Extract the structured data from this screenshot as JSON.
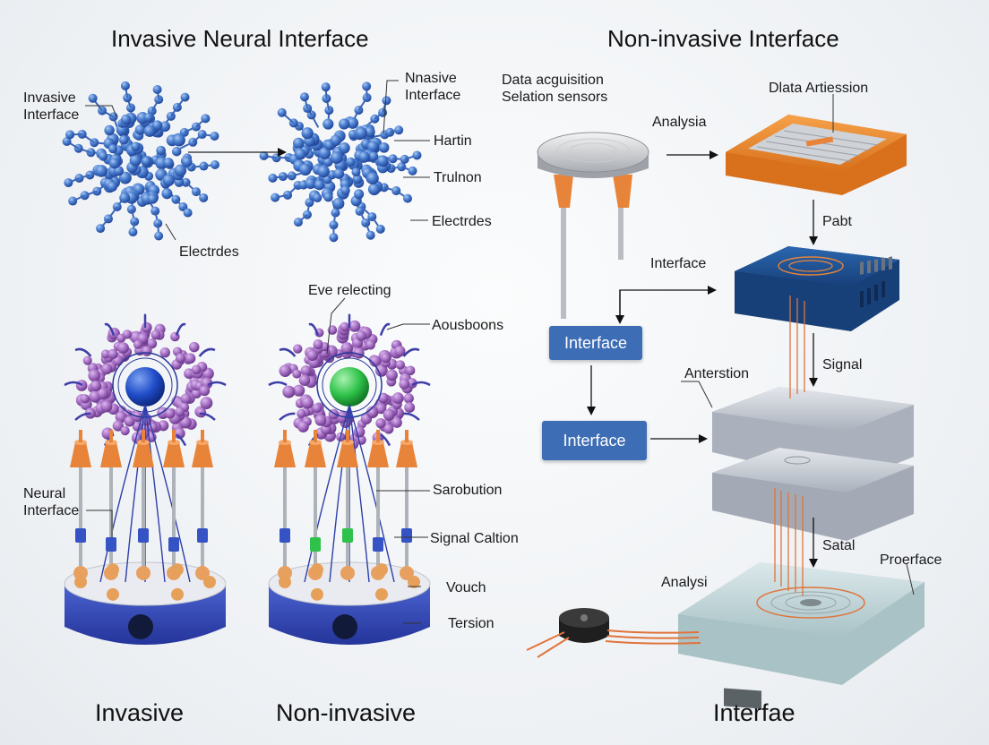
{
  "titles": {
    "invasive": "Invasive Neural Interface",
    "noninvasive": "Non-invasive Interface"
  },
  "labels": {
    "invasive_interface": "Invasive\nInterface",
    "electrodes_1": "Electrdes",
    "nnasive_interface": "Nnasive\nInterface",
    "hartin": "Hartin",
    "trulnon": "Trulnon",
    "electrodes_2": "Electrdes",
    "eve_relecting": "Eve relecting",
    "aousboons": "Aousboons",
    "neural_interface": "Neural\nInterface",
    "sarobution": "Sarobution",
    "signal_caltion": "Signal Caltion",
    "vouch": "Vouch",
    "tersion": "Tersion",
    "data_acquisition": "Data acguisition\nSelation sensors",
    "analysia": "Analysia",
    "data_artiession": "Dlata Artiession",
    "pabt": "Pabt",
    "interface_label": "Interface",
    "signal": "Signal",
    "anterstion": "Anterstion",
    "satal": "Satal",
    "analysi": "Analysi",
    "proerface": "Proerface"
  },
  "boxes": {
    "interface_1": "Interface",
    "interface_2": "Interface"
  },
  "captions": {
    "invasive": "Invasive",
    "noninvasive": "Non-invasive",
    "interface": "Interfae"
  },
  "colors": {
    "molecule_blue": "#4a7fd0",
    "protein_purple": "#a66fc4",
    "electrode_orange": "#e8843a",
    "base_blue": "#3347a8",
    "box_blue": "#3d6db5",
    "device_orange": "#f08a2a",
    "device_navy": "#1f4f8f",
    "device_gray": "#c9ced6",
    "pad_mint": "#c8dde0",
    "wire_orange": "#e0733a"
  }
}
